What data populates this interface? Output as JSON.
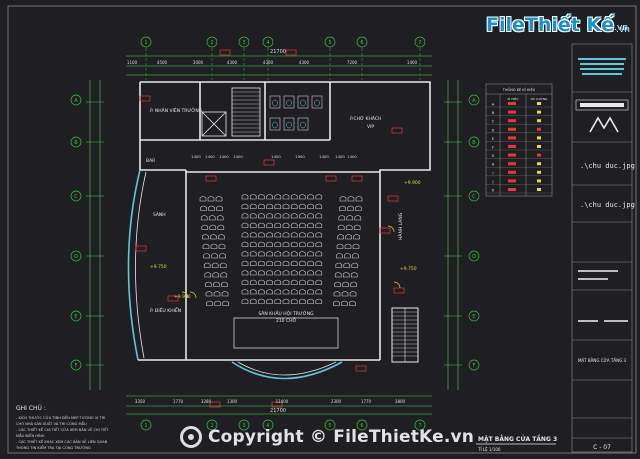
{
  "header": {
    "dims_top": [
      "1100",
      "4500",
      "3000",
      "4300",
      "4300",
      "4300",
      "7200",
      "1400"
    ],
    "total_top": "21700",
    "grid_cols": [
      "1",
      "2",
      "3",
      "4",
      "5",
      "6",
      "7"
    ],
    "grid_rows": [
      "A",
      "B",
      "C",
      "D",
      "E",
      "F"
    ]
  },
  "rooms": {
    "p_nhan_vien": "P. NHÂN VIÊN TRƯỞNG",
    "p_cho_khach": "P.CHỜ KHÁCH",
    "p_cho_khach_sub": "VIP",
    "sanh": "SẢNH",
    "bar": "BAR",
    "p_dieu_khien": "P. ĐIỀU KHIỂN",
    "hanh_lang": "HÀNH LANG",
    "stage": "SÂN KHẤU HỘI TRƯỜNG",
    "stage_sub": "210 CHỖ"
  },
  "dims_inner": [
    "1400",
    "1400",
    "1400",
    "1400",
    "1400",
    "1900",
    "1400",
    "1400",
    "1400"
  ],
  "dims_bottom": [
    "3350",
    "1770",
    "3280",
    "1300",
    "11000",
    "2300",
    "1770",
    "3800"
  ],
  "total_bottom": "21700",
  "legend": {
    "title": "THỐNG KÊ KÍ HIỆU",
    "col_headers": [
      "KÍ HIỆU",
      "SỐ LƯỢNG"
    ],
    "rows": [
      "A",
      "B",
      "C",
      "D",
      "E",
      "F",
      "G",
      "H",
      "I",
      "J",
      "K"
    ]
  },
  "title_block": {
    "file_label": ".\\chu duc.jpg",
    "file_label_2": ".\\chu duc.jpg",
    "drawing_title": "MẶT BẰNG CỬA TẦNG 3",
    "sheet_no": "C - 07"
  },
  "notes": {
    "title": "GHI CHÚ :",
    "lines": [
      "- KÍCH THƯỚC CỬA TÍNH ĐẾN MÉP TƯỜNG VỊ TRÍ",
      "  CHO NHÀ SẢN XUẤT VÀ THI CÔNG MẪU",
      "- CÁC THIẾT KẾ CHI TIẾT CỬA XEM BẢN VẼ CHI TIẾT",
      "  MẪU ĐIỂN HÌNH",
      "- CÁC THIẾT KẾ KHÁC XEM CÁC BẢN VẼ LIÊN QUAN",
      "  THÔNG TIN KIỂM TRA TẠI CÔNG TRƯỜNG"
    ]
  },
  "plan_title": {
    "main": "MẶT BẰNG CỬA TẦNG 3",
    "scale": "TỈ LỆ 1/100"
  },
  "elevations": [
    "+9.900",
    "+9.750",
    "+9.750",
    "+9.900"
  ],
  "logo": {
    "brand": "FileThiết Kế",
    "tld": ".vn"
  },
  "watermark": "Copyright © FileThietKe.vn",
  "colors": {
    "background": "#1f1f23",
    "wall": "#e8e8e8",
    "seat": "#d9d9d9",
    "dim": "#4fd24f",
    "door": "#e03b3b",
    "grid": "#3fbf3f",
    "yellow": "#e7d84a",
    "cyan": "#5fc7d8",
    "logo": "#1e90c8"
  }
}
